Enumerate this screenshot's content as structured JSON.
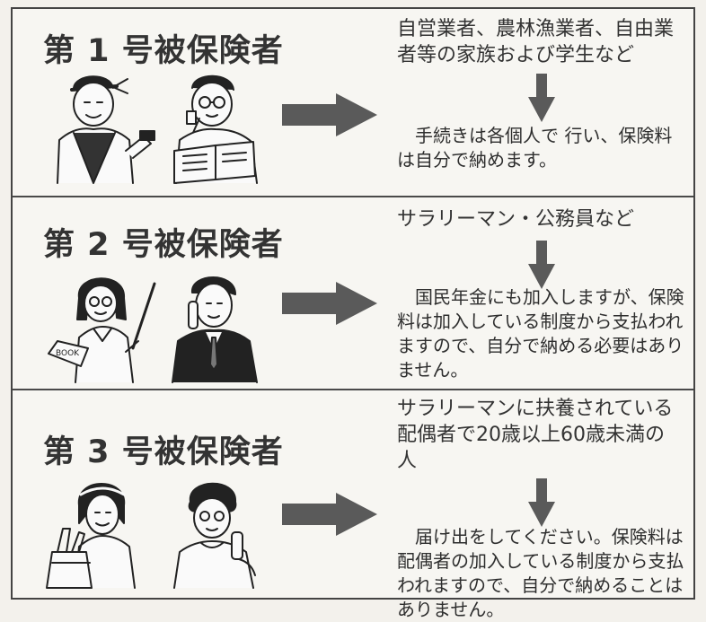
{
  "categories": [
    {
      "title": "第 1 号被保険者",
      "who": "自営業者、農林漁業者、自由業者等の家族および学生など",
      "note": "手続きは各個人で 行い、保険料は自分で納めます。"
    },
    {
      "title": "第 2 号被保険者",
      "who": "サラリーマン・公務員など",
      "note": "国民年金にも加入しますが、保険料は加入している制度から支払われますので、自分で納める必要はありません。"
    },
    {
      "title": "第 3 号被保険者",
      "who": "サラリーマンに扶養されている配偶者で20歳以上60歳未満の人",
      "note": "届け出をしてください。保険料は配偶者の加入している制度から支払われますので、自分で納めることはありません。"
    }
  ]
}
